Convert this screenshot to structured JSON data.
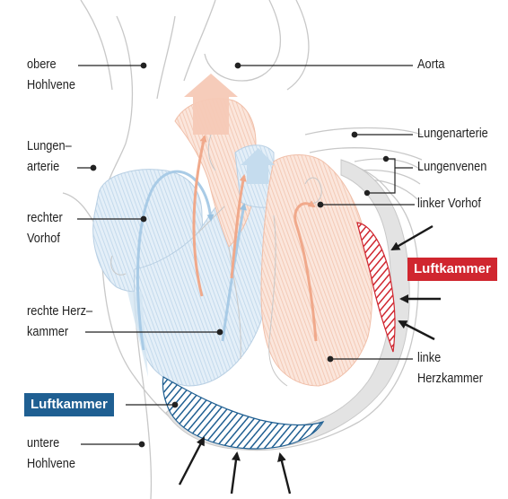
{
  "labels": {
    "obere_hohlvene": [
      "obere",
      "Hohlvene"
    ],
    "aorta": "Aorta",
    "lungenarterie_left": [
      "Lungen–",
      "arterie"
    ],
    "lungenarterie_right": "Lungenarterie",
    "lungenvenen": "Lungenvenen",
    "linker_vorhof": "linker Vorhof",
    "rechter_vorhof": [
      "rechter",
      "Vorhof"
    ],
    "rechte_herzkammer": [
      "rechte Herz–",
      "kammer"
    ],
    "linke_herzkammer": [
      "linke",
      "Herzkammer"
    ],
    "untere_hohlvene": [
      "untere",
      "Hohlvene"
    ]
  },
  "callouts": {
    "luftkammer_right": "Luftkammer",
    "luftkammer_bottom": "Luftkammer"
  },
  "colors": {
    "vein_blue": "#c5dcee",
    "artery_red": "#f6c9b6",
    "callout_red": "#d0262f",
    "callout_blue": "#1f5f92",
    "outline_gray": "#c8c8c8"
  }
}
